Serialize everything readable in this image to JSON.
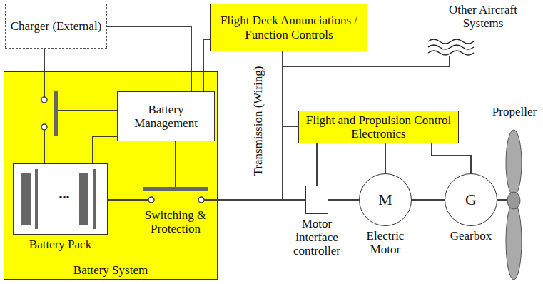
{
  "diagram": {
    "nodes": [
      {
        "text": [
          "Charger (External)"
        ]
      },
      {
        "text": [
          "Flight Deck Annunciations / Function Controls"
        ]
      },
      {
        "text": [
          "Battery System"
        ]
      },
      {
        "text": [
          "Battery Management"
        ],
        "in": 2
      },
      {
        "text": [
          "Battery Pack"
        ],
        "in": 2
      },
      {
        "text": [
          "Flight and Propulsion Control Electronics"
        ]
      },
      {
        "text": [
          "Motor interface controller"
        ]
      },
      {
        "text": [
          "M",
          "Electric Motor"
        ]
      },
      {
        "text": [
          "G",
          "Gearbox"
        ]
      }
    ],
    "edges": [
      {
        "from": 0,
        "to": 3,
        "arrow": "none"
      },
      {
        "from": 0,
        "to": 4,
        "arrow": "none"
      },
      {
        "from": 1,
        "to": 3,
        "arrow": "none"
      },
      {
        "from": 3,
        "to": 4,
        "arrow": "none"
      },
      {
        "from": 4,
        "to": 6,
        "arrow": "none"
      },
      {
        "from": 1,
        "to": 6,
        "arrow": "none"
      },
      {
        "from": 5,
        "to": 6,
        "arrow": "none"
      },
      {
        "from": 5,
        "to": 7,
        "arrow": "none"
      },
      {
        "from": 5,
        "to": 8,
        "arrow": "none"
      },
      {
        "from": 6,
        "to": 7,
        "arrow": "none"
      },
      {
        "from": 7,
        "to": 8,
        "arrow": "none"
      },
      {
        "from": 1,
        "to": 5,
        "arrow": "none"
      }
    ],
    "labels": [
      "Other Aircraft Systems",
      "Transmission (Wiring)",
      "Switching & Protection",
      "Propeller",
      "..."
    ]
  }
}
